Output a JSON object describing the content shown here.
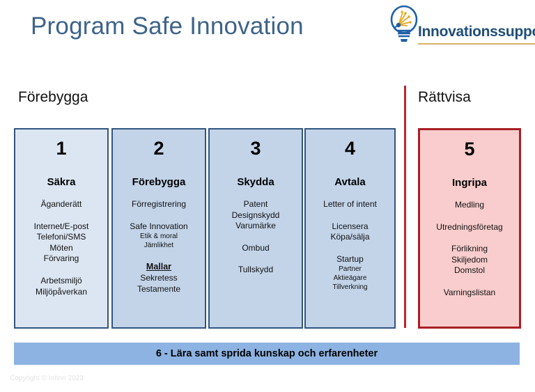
{
  "slide": {
    "title": "Program Safe Innovation",
    "copyright": "Copyright © IntInn 2023"
  },
  "logo": {
    "icon": "lightbulb-icon",
    "wordmark": "Innovationssupport"
  },
  "headings": {
    "left": "Förebygga",
    "right": "Rättvisa"
  },
  "colors": {
    "title_blue": "#3d6389",
    "box_border_blue": "#31557f",
    "box_fill_light": "#dce6f2",
    "box_fill_dark": "#c3d4e9",
    "box_border_red": "#a81f24",
    "box_fill_red": "#f9cdcd",
    "divider_red": "#c0252a",
    "bottom_bar_blue": "#8db3e2"
  },
  "columns": [
    {
      "number": "1",
      "title": "Säkra",
      "groups": [
        {
          "items": [
            {
              "text": "Äganderätt",
              "style": "normal"
            }
          ]
        },
        {
          "items": [
            {
              "text": "Internet/E-post",
              "style": "normal"
            },
            {
              "text": "Telefoni/SMS",
              "style": "normal"
            },
            {
              "text": "Möten",
              "style": "normal"
            },
            {
              "text": "Förvaring",
              "style": "normal"
            }
          ]
        },
        {
          "items": [
            {
              "text": "Arbetsmiljö",
              "style": "normal"
            },
            {
              "text": "Miljöpåverkan",
              "style": "normal"
            }
          ]
        }
      ]
    },
    {
      "number": "2",
      "title": "Förebygga",
      "groups": [
        {
          "items": [
            {
              "text": "Förregistrering",
              "style": "normal"
            }
          ]
        },
        {
          "items": [
            {
              "text": "Safe Innovation",
              "style": "normal"
            },
            {
              "text": "Etik & moral",
              "style": "small"
            },
            {
              "text": "Jämlikhet",
              "style": "small"
            }
          ]
        },
        {
          "items": [
            {
              "text": "Mallar",
              "style": "strong"
            },
            {
              "text": "Sekretess",
              "style": "normal"
            },
            {
              "text": "Testamente",
              "style": "normal"
            }
          ]
        }
      ]
    },
    {
      "number": "3",
      "title": "Skydda",
      "groups": [
        {
          "items": [
            {
              "text": "Patent",
              "style": "normal"
            },
            {
              "text": "Designskydd",
              "style": "normal"
            },
            {
              "text": "Varumärke",
              "style": "normal"
            }
          ]
        },
        {
          "items": [
            {
              "text": "Ombud",
              "style": "normal"
            }
          ]
        },
        {
          "items": [
            {
              "text": "Tullskydd",
              "style": "normal"
            }
          ]
        }
      ]
    },
    {
      "number": "4",
      "title": "Avtala",
      "groups": [
        {
          "items": [
            {
              "text": "Letter of intent",
              "style": "normal"
            }
          ]
        },
        {
          "items": [
            {
              "text": "Licensera",
              "style": "normal"
            },
            {
              "text": "Köpa/sälja",
              "style": "normal"
            }
          ]
        },
        {
          "items": [
            {
              "text": "Startup",
              "style": "normal"
            },
            {
              "text": "Partner",
              "style": "small"
            },
            {
              "text": "Aktieägare",
              "style": "small"
            },
            {
              "text": "Tillverkning",
              "style": "small"
            }
          ]
        }
      ]
    },
    {
      "number": "5",
      "title": "Ingripa",
      "groups": [
        {
          "items": [
            {
              "text": "Medling",
              "style": "normal"
            }
          ]
        },
        {
          "items": [
            {
              "text": "Utredningsföretag",
              "style": "normal"
            }
          ]
        },
        {
          "items": [
            {
              "text": "Förlikning",
              "style": "normal"
            },
            {
              "text": "Skiljedom",
              "style": "normal"
            },
            {
              "text": "Domstol",
              "style": "normal"
            }
          ]
        },
        {
          "items": [
            {
              "text": "Varningslistan",
              "style": "normal"
            }
          ]
        }
      ]
    }
  ],
  "bottom_bar": {
    "label": "6 - Lära samt sprida kunskap och erfarenheter"
  }
}
